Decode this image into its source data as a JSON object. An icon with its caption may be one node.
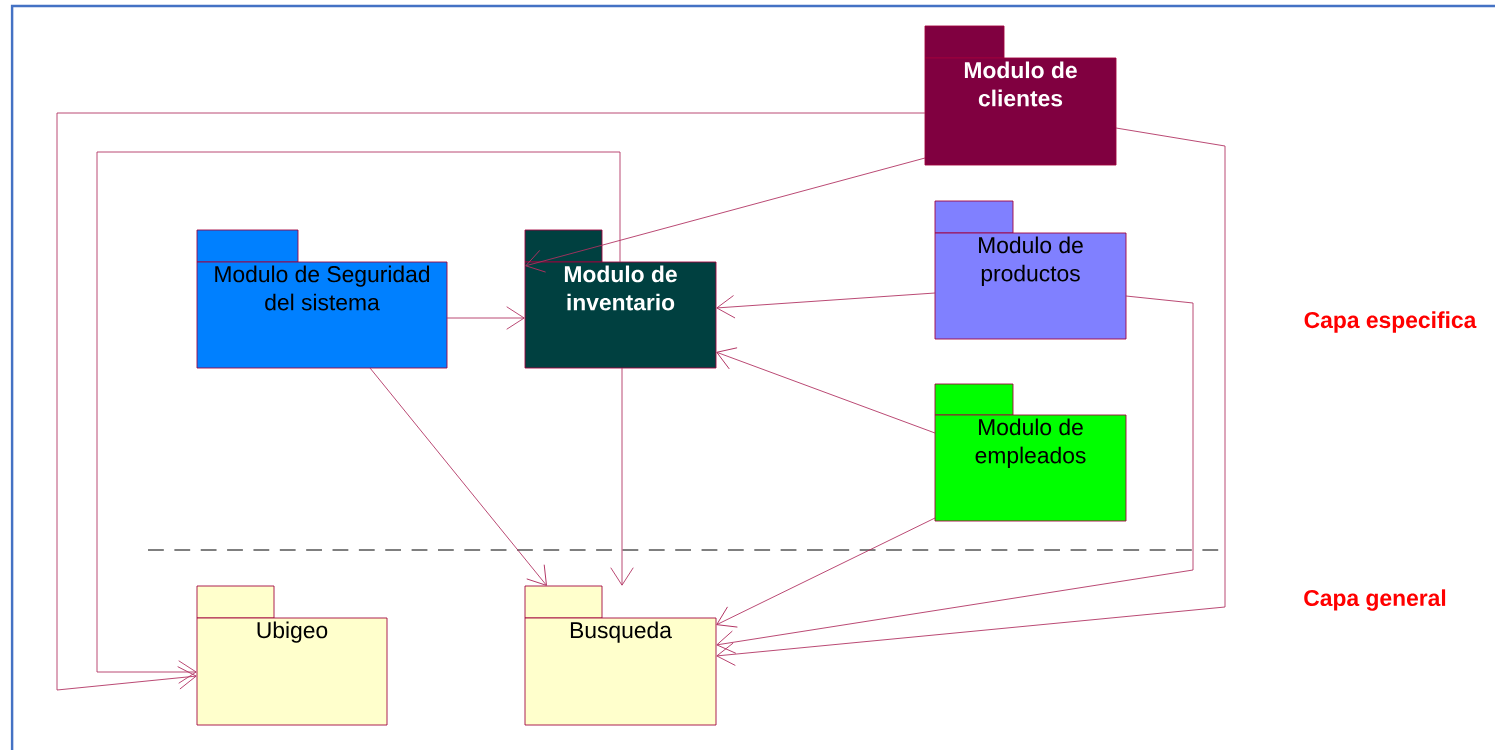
{
  "diagram": {
    "nodes": [
      {
        "text": [
          "Modulo de clientes"
        ]
      },
      {
        "text": [
          "Modulo de Seguridad del sistema"
        ]
      },
      {
        "text": [
          "Modulo de inventario"
        ]
      },
      {
        "text": [
          "Modulo de productos"
        ]
      },
      {
        "text": [
          "Modulo de empleados"
        ]
      },
      {
        "text": [
          "Ubigeo"
        ]
      },
      {
        "text": [
          "Busqueda"
        ]
      }
    ],
    "edges": [
      {
        "from": 0,
        "to": 5,
        "arrow": "to"
      },
      {
        "from": 2,
        "to": 5,
        "arrow": "to"
      },
      {
        "from": 0,
        "to": 2,
        "arrow": "to"
      },
      {
        "from": 0,
        "to": 6,
        "arrow": "to"
      },
      {
        "from": 3,
        "to": 2,
        "arrow": "to"
      },
      {
        "from": 3,
        "to": 6,
        "arrow": "to"
      },
      {
        "from": 4,
        "to": 2,
        "arrow": "to"
      },
      {
        "from": 4,
        "to": 6,
        "arrow": "to"
      },
      {
        "from": 1,
        "to": 2,
        "arrow": "to"
      },
      {
        "from": 1,
        "to": 6,
        "arrow": "to"
      },
      {
        "from": 2,
        "to": 6,
        "arrow": "to"
      }
    ],
    "labels": [
      "Capa especifica",
      "Capa general"
    ]
  }
}
